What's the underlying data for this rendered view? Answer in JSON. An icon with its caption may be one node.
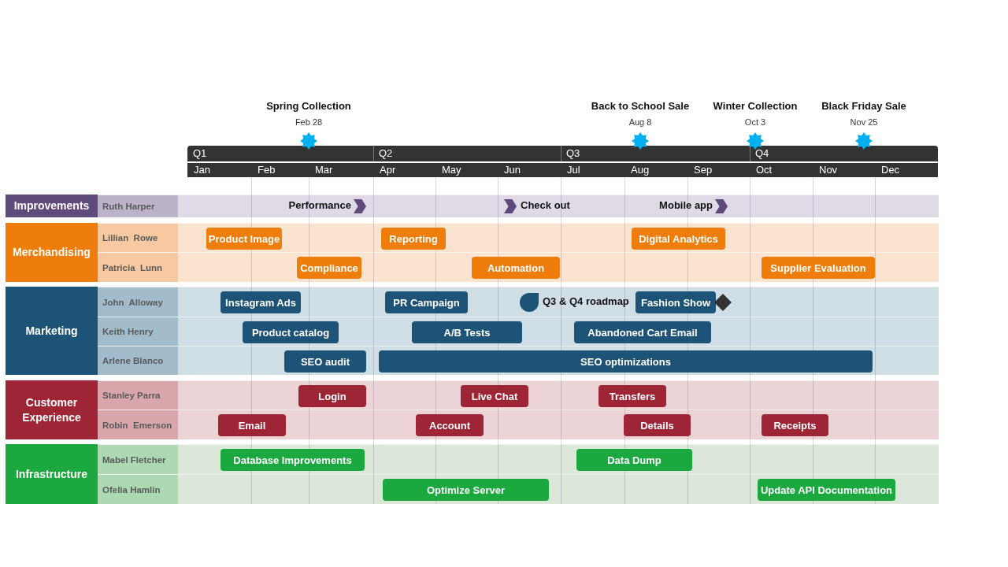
{
  "diagram": {
    "nodes": [
      {
        "text": [],
        "shape": "star",
        "beside": [
          "Spring Collection",
          "Feb 28"
        ]
      },
      {
        "text": [],
        "shape": "star",
        "beside": [
          "Back to School Sale",
          "Aug 8"
        ]
      },
      {
        "text": [],
        "shape": "star",
        "beside": [
          "Winter Collection",
          "Oct 3"
        ]
      },
      {
        "text": [],
        "shape": "star",
        "beside": [
          "Black Friday Sale",
          "Nov 25"
        ]
      },
      {
        "text": [
          "Improvements"
        ]
      },
      {
        "text": [
          "Ruth Harper"
        ],
        "in": 4
      },
      {
        "text": [],
        "shape": "chevron",
        "in": 5,
        "beside": [
          "Performance"
        ]
      },
      {
        "text": [],
        "shape": "chevron",
        "in": 5,
        "beside": [
          "Check out"
        ]
      },
      {
        "text": [],
        "shape": "chevron",
        "in": 5,
        "beside": [
          "Mobile app"
        ]
      },
      {
        "text": [
          "Merchandising"
        ]
      },
      {
        "text": [
          "Lillian  Rowe"
        ],
        "in": 9
      },
      {
        "text": [
          "Product Image"
        ],
        "in": 10
      },
      {
        "text": [
          "Reporting"
        ],
        "in": 10
      },
      {
        "text": [
          "Digital Analytics"
        ],
        "in": 10
      },
      {
        "text": [
          "Patricia  Lunn"
        ],
        "in": 9
      },
      {
        "text": [
          "Compliance"
        ],
        "in": 14
      },
      {
        "text": [
          "Automation"
        ],
        "in": 14
      },
      {
        "text": [
          "Supplier Evaluation"
        ],
        "in": 14
      },
      {
        "text": [
          "Marketing"
        ]
      },
      {
        "text": [
          "John  Alloway"
        ],
        "in": 18
      },
      {
        "text": [
          "Instagram Ads"
        ],
        "in": 19
      },
      {
        "text": [
          "PR Campaign"
        ],
        "in": 19
      },
      {
        "text": [],
        "shape": "drop",
        "in": 19,
        "beside": [
          "Q3 & Q4 roadmap"
        ]
      },
      {
        "text": [
          "Fashion Show"
        ],
        "in": 19
      },
      {
        "text": [],
        "shape": "diamond",
        "in": 19
      },
      {
        "text": [
          "Keith Henry"
        ],
        "in": 18
      },
      {
        "text": [
          "Product catalog"
        ],
        "in": 25
      },
      {
        "text": [
          "A/B Tests"
        ],
        "in": 25
      },
      {
        "text": [
          "Abandoned Cart Email"
        ],
        "in": 25
      },
      {
        "text": [
          "Arlene Blanco"
        ],
        "in": 18
      },
      {
        "text": [
          "SEO audit"
        ],
        "in": 29
      },
      {
        "text": [
          "SEO optimizations"
        ],
        "in": 29
      },
      {
        "text": [
          "Customer Experience"
        ]
      },
      {
        "text": [
          "Stanley Parra"
        ],
        "in": 32
      },
      {
        "text": [
          "Login"
        ],
        "in": 33
      },
      {
        "text": [
          "Live Chat"
        ],
        "in": 33
      },
      {
        "text": [
          "Transfers"
        ],
        "in": 33
      },
      {
        "text": [
          "Robin  Emerson"
        ],
        "in": 32
      },
      {
        "text": [
          "Email"
        ],
        "in": 37
      },
      {
        "text": [
          "Account"
        ],
        "in": 37
      },
      {
        "text": [
          "Details"
        ],
        "in": 37
      },
      {
        "text": [
          "Receipts"
        ],
        "in": 37
      },
      {
        "text": [
          "Infrastructure"
        ]
      },
      {
        "text": [
          "Mabel Fletcher"
        ],
        "in": 42
      },
      {
        "text": [
          "Database Improvements"
        ],
        "in": 43
      },
      {
        "text": [
          "Data Dump"
        ],
        "in": 43
      },
      {
        "text": [
          "Ofelia Hamlin"
        ],
        "in": 42
      },
      {
        "text": [
          "Optimize Server"
        ],
        "in": 46
      },
      {
        "text": [
          "Update API Documentation"
        ],
        "in": 46
      }
    ],
    "labels": [
      "Q1",
      "Q2",
      "Q3",
      "Q4",
      "Jan",
      "Feb",
      "Mar",
      "Apr",
      "May",
      "Jun",
      "Jul",
      "Aug",
      "Sep",
      "Oct",
      "Nov",
      "Dec"
    ]
  }
}
